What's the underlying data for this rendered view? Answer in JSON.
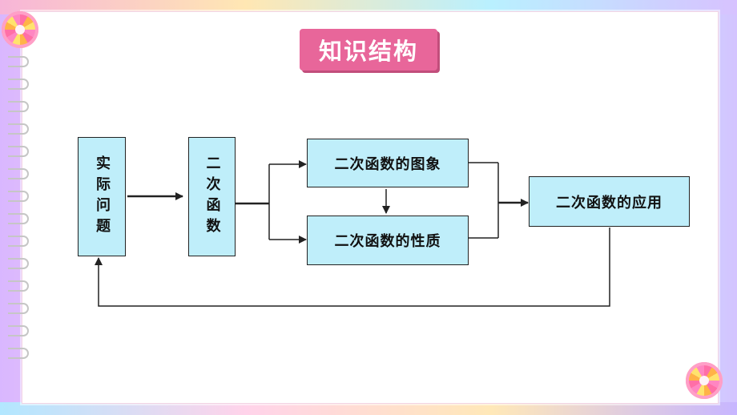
{
  "title": "知识结构",
  "diagram": {
    "box_practical": "实际问题",
    "box_quadratic": "二次函数",
    "box_graph": "二次函数的图象",
    "box_properties": "二次函数的性质",
    "box_application": "二次函数的应用"
  },
  "colors": {
    "title_bg": "#e8669a",
    "box_fill": "#bfeefa",
    "line": "#222222"
  }
}
